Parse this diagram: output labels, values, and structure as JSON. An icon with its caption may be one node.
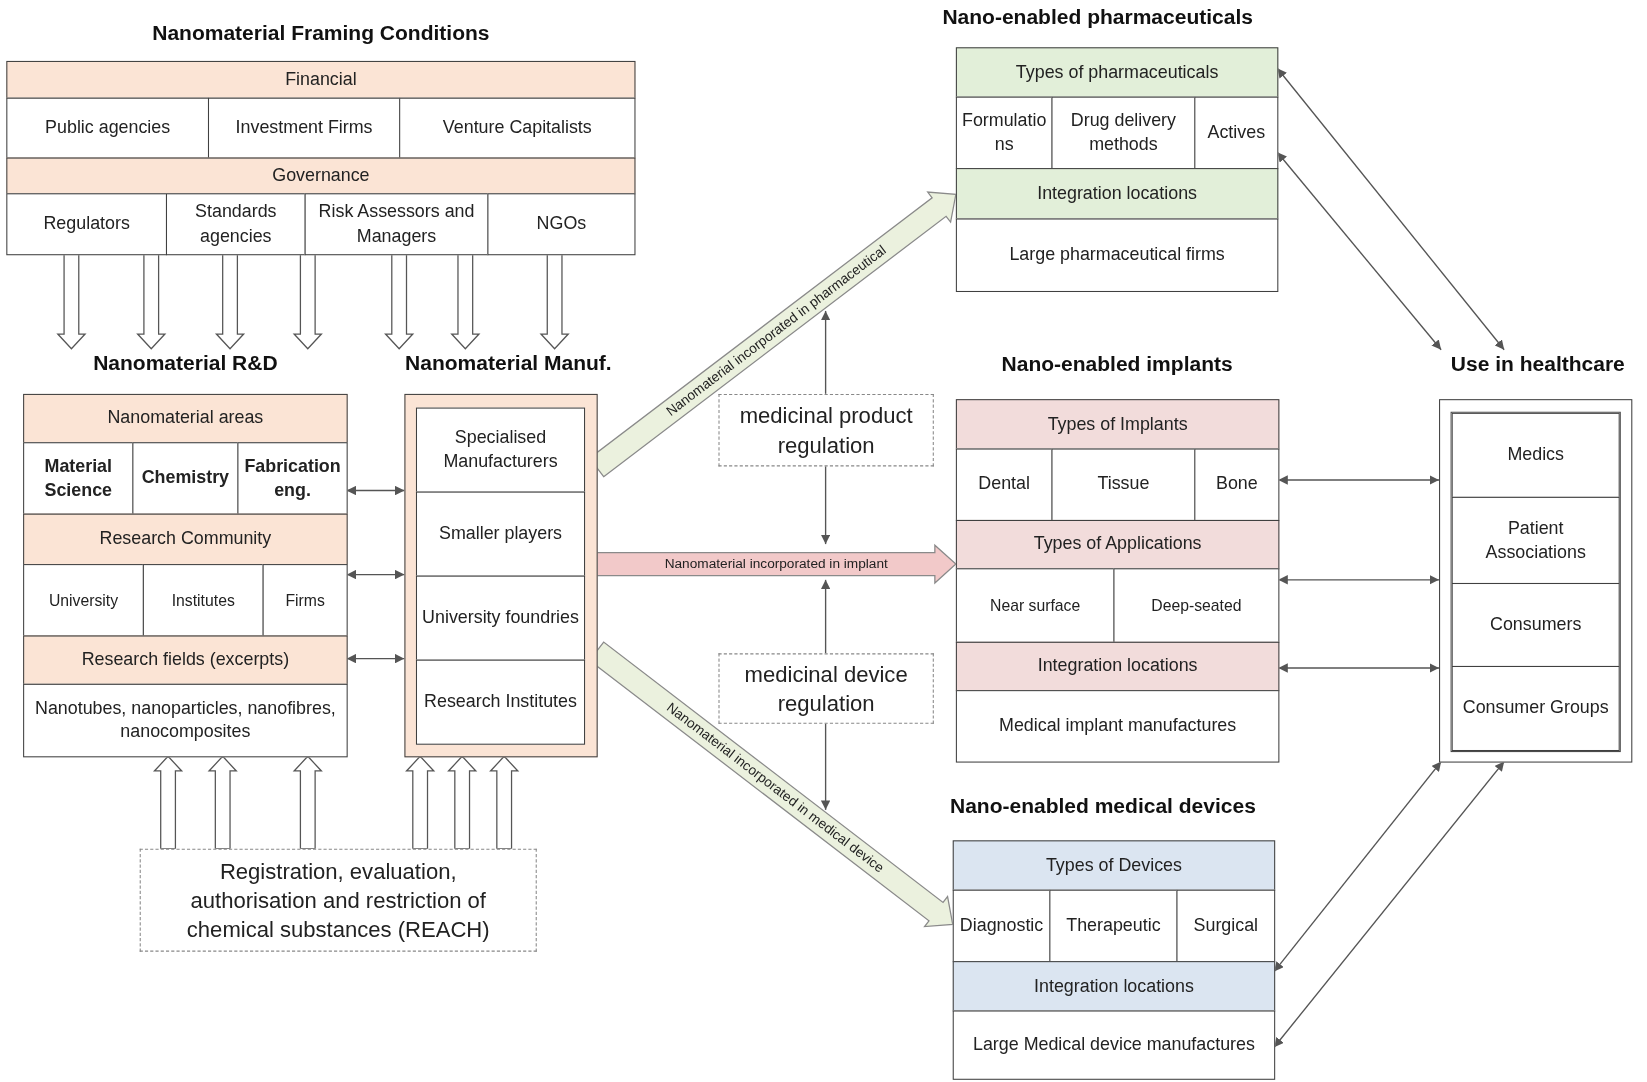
{
  "diagram": {
    "nodes": [
      {
        "text": [
          "Nanomaterial Framing Conditions"
        ]
      },
      {
        "text": [
          "Financial"
        ],
        "in": 0
      },
      {
        "text": [
          "Public agencies"
        ],
        "in": 0
      },
      {
        "text": [
          "Investment Firms"
        ],
        "in": 0
      },
      {
        "text": [
          "Venture Capitalists"
        ],
        "in": 0
      },
      {
        "text": [
          "Governance"
        ],
        "in": 0
      },
      {
        "text": [
          "Regulators"
        ],
        "in": 0
      },
      {
        "text": [
          "Standards agencies"
        ],
        "in": 0
      },
      {
        "text": [
          "Risk Assessors and Managers"
        ],
        "in": 0
      },
      {
        "text": [
          "NGOs"
        ],
        "in": 0
      },
      {
        "text": [
          "Nanomaterial R&D"
        ]
      },
      {
        "text": [
          "Nanomaterial areas"
        ],
        "in": 10
      },
      {
        "text": [
          "Material Science"
        ],
        "in": 10
      },
      {
        "text": [
          "Chemistry"
        ],
        "in": 10
      },
      {
        "text": [
          "Fabrication eng."
        ],
        "in": 10
      },
      {
        "text": [
          "Research Community"
        ],
        "in": 10
      },
      {
        "text": [
          "University"
        ],
        "in": 10
      },
      {
        "text": [
          "Institutes"
        ],
        "in": 10
      },
      {
        "text": [
          "Firms"
        ],
        "in": 10
      },
      {
        "text": [
          "Research fields (excerpts)"
        ],
        "in": 10
      },
      {
        "text": [
          "Nanotubes, nanoparticles, nanofibres, nanocomposites"
        ],
        "in": 10
      },
      {
        "text": [
          "Nanomaterial Manuf."
        ]
      },
      {
        "text": [
          "Specialised Manufacturers"
        ],
        "in": 21
      },
      {
        "text": [
          "Smaller players"
        ],
        "in": 21
      },
      {
        "text": [
          "University foundries"
        ],
        "in": 21
      },
      {
        "text": [
          "Research Institutes"
        ],
        "in": 21
      },
      {
        "text": [
          "medicinal product regulation"
        ]
      },
      {
        "text": [
          "medicinal device regulation"
        ]
      },
      {
        "text": [
          "Registration, evaluation, authorisation and restriction of chemical substances (REACH)"
        ]
      },
      {
        "text": [
          "Nano-enabled pharmaceuticals"
        ]
      },
      {
        "text": [
          "Types of pharmaceuticals"
        ],
        "in": 29
      },
      {
        "text": [
          "Formulations"
        ],
        "in": 29
      },
      {
        "text": [
          "Drug delivery methods"
        ],
        "in": 29
      },
      {
        "text": [
          "Actives"
        ],
        "in": 29
      },
      {
        "text": [
          "Integration locations"
        ],
        "in": 29
      },
      {
        "text": [
          "Large pharmaceutical firms"
        ],
        "in": 29
      },
      {
        "text": [
          "Nano-enabled implants"
        ]
      },
      {
        "text": [
          "Types of Implants"
        ],
        "in": 36
      },
      {
        "text": [
          "Dental"
        ],
        "in": 36
      },
      {
        "text": [
          "Tissue"
        ],
        "in": 36
      },
      {
        "text": [
          "Bone"
        ],
        "in": 36
      },
      {
        "text": [
          "Types of Applications"
        ],
        "in": 36
      },
      {
        "text": [
          "Near surface"
        ],
        "in": 36
      },
      {
        "text": [
          "Deep-seated"
        ],
        "in": 36
      },
      {
        "text": [
          "Integration locations"
        ],
        "in": 36
      },
      {
        "text": [
          "Medical implant manufactures"
        ],
        "in": 36
      },
      {
        "text": [
          "Nano-enabled medical devices"
        ]
      },
      {
        "text": [
          "Types of Devices"
        ],
        "in": 46
      },
      {
        "text": [
          "Diagnostic"
        ],
        "in": 46
      },
      {
        "text": [
          "Therapeutic"
        ],
        "in": 46
      },
      {
        "text": [
          "Surgical"
        ],
        "in": 46
      },
      {
        "text": [
          "Integration locations"
        ],
        "in": 46
      },
      {
        "text": [
          "Large Medical device manufactures"
        ],
        "in": 46
      },
      {
        "text": [
          "Use in healthcare"
        ]
      },
      {
        "text": [
          "Medics"
        ],
        "in": 53
      },
      {
        "text": [
          "Patient Associations"
        ],
        "in": 53
      },
      {
        "text": [
          "Consumers"
        ],
        "in": 53
      },
      {
        "text": [
          "Consumer Groups"
        ],
        "in": 53
      }
    ],
    "edges": [
      {
        "from": 0,
        "to": 10,
        "arrow": "to",
        "style": "thick"
      },
      {
        "from": 0,
        "to": 10,
        "arrow": "to",
        "style": "thick"
      },
      {
        "from": 0,
        "to": 10,
        "arrow": "to",
        "style": "thick"
      },
      {
        "from": 0,
        "to": 10,
        "arrow": "to",
        "style": "thick"
      },
      {
        "from": 0,
        "to": 21,
        "arrow": "to",
        "style": "thick"
      },
      {
        "from": 0,
        "to": 21,
        "arrow": "to",
        "style": "thick"
      },
      {
        "from": 0,
        "to": 21,
        "arrow": "to",
        "style": "thick"
      },
      {
        "from": 14,
        "to": 21,
        "arrow": "both"
      },
      {
        "from": 18,
        "to": 21,
        "arrow": "both"
      },
      {
        "from": 19,
        "to": 21,
        "arrow": "both"
      },
      {
        "from": 28,
        "to": 10,
        "arrow": "to",
        "style": "thick"
      },
      {
        "from": 28,
        "to": 10,
        "arrow": "to",
        "style": "thick"
      },
      {
        "from": 28,
        "to": 10,
        "arrow": "to",
        "style": "thick"
      },
      {
        "from": 28,
        "to": 21,
        "arrow": "to",
        "style": "thick"
      },
      {
        "from": 28,
        "to": 21,
        "arrow": "to",
        "style": "thick"
      },
      {
        "from": 28,
        "to": 21,
        "arrow": "to",
        "style": "thick"
      },
      {
        "from": 21,
        "to": 29,
        "arrow": "to",
        "style": "thick",
        "color": "#ebf1de",
        "label": "Nanomaterial incorporated in pharmaceutical"
      },
      {
        "from": 21,
        "to": 36,
        "arrow": "to",
        "style": "thick",
        "color": "#f2c9c9",
        "label": "Nanomaterial incorporated in implant"
      },
      {
        "from": 21,
        "to": 46,
        "arrow": "to",
        "style": "thick",
        "color": "#ebf1de",
        "label": "Nanomaterial incorporated in medical device"
      },
      {
        "from": 29,
        "to": 53,
        "arrow": "both"
      },
      {
        "from": 29,
        "to": 53,
        "arrow": "both"
      },
      {
        "from": 40,
        "to": 53,
        "arrow": "both"
      },
      {
        "from": 43,
        "to": 53,
        "arrow": "both"
      },
      {
        "from": 44,
        "to": 53,
        "arrow": "both"
      },
      {
        "from": 46,
        "to": 53,
        "arrow": "both"
      },
      {
        "from": 46,
        "to": 53,
        "arrow": "both"
      },
      {
        "from": 26,
        "to": null,
        "arrow": "to"
      },
      {
        "from": 26,
        "to": null,
        "arrow": "to"
      },
      {
        "from": 27,
        "to": null,
        "arrow": "to"
      },
      {
        "from": 27,
        "to": null,
        "arrow": "to"
      }
    ]
  }
}
